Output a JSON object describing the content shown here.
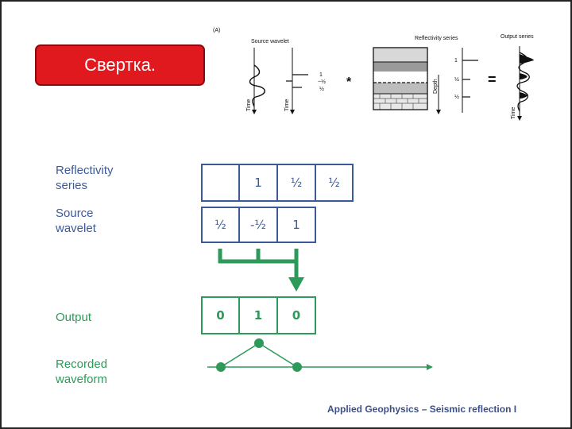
{
  "slide": {
    "title": "Свертка.",
    "footer": "Applied Geophysics – Seismic reflection I"
  },
  "figure_a": {
    "panel_label": "(A)",
    "source_wavelet_title": "Source wavelet",
    "reflectivity_title": "Reflectivity series",
    "output_title": "Output series",
    "time_label": "Time",
    "depth_label": "Depth",
    "convolve_symbol": "*",
    "equals_symbol": "=",
    "spike_values": [
      "1",
      "−½",
      "½"
    ],
    "reflectivity_values": [
      "1",
      "½",
      "½"
    ]
  },
  "diagram": {
    "reflectivity_label_line1": "Reflectivity",
    "reflectivity_label_line2": "series",
    "source_label_line1": "Source",
    "source_label_line2": "wavelet",
    "output_label": "Output",
    "recorded_label_line1": "Recorded",
    "recorded_label_line2": "waveform",
    "reflectivity_cells": [
      "",
      "1",
      "½",
      "½"
    ],
    "wavelet_cells": [
      "½",
      "-½",
      "1"
    ],
    "output_cells": [
      "0",
      "1",
      "0"
    ],
    "waveform_values": [
      0,
      1,
      0
    ]
  },
  "colors": {
    "title_bg": "#e0191f",
    "blue": "#3b5a9a",
    "green": "#2e9a5a"
  }
}
